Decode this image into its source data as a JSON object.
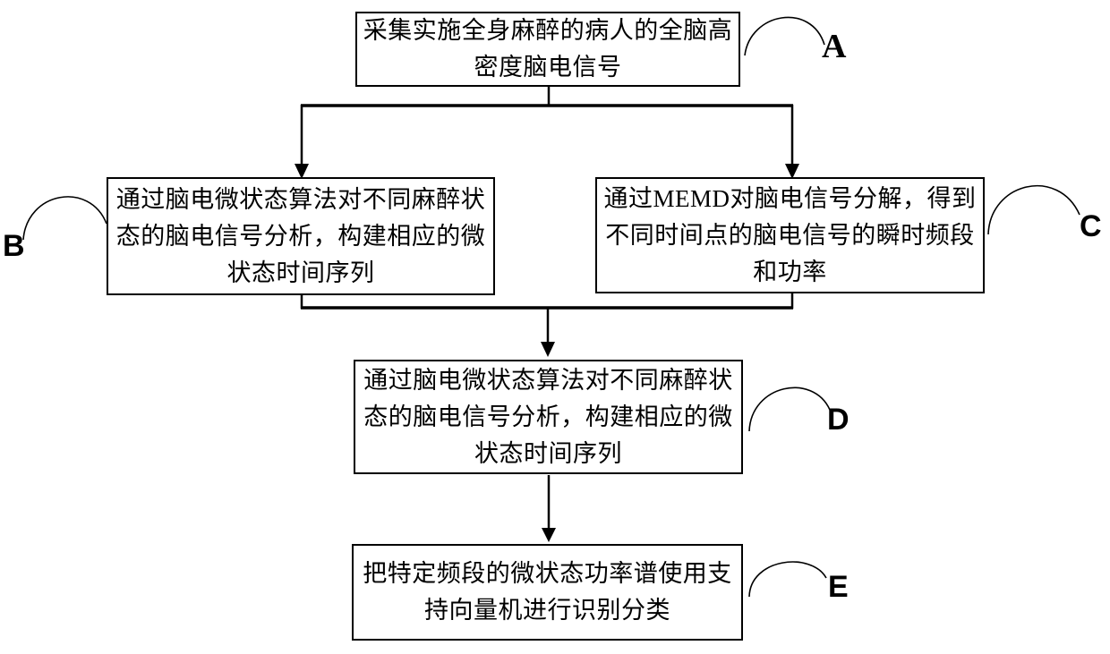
{
  "colors": {
    "ink": "#000000",
    "paper": "#ffffff"
  },
  "diagram": {
    "type": "flowchart",
    "boxes": {
      "a": {
        "ref": "A",
        "text": "采集实施全身麻醉的病人的全脑高密度脑电信号"
      },
      "b": {
        "ref": "B",
        "text": "通过脑电微状态算法对不同麻醉状态的脑电信号分析，构建相应的微状态时间序列"
      },
      "c": {
        "ref": "C",
        "text": "通过MEMD对脑电信号分解，得到不同时间点的脑电信号的瞬时频段和功率"
      },
      "d": {
        "ref": "D",
        "text": "通过脑电微状态算法对不同麻醉状态的脑电信号分析，构建相应的微状态时间序列"
      },
      "e": {
        "ref": "E",
        "text": "把特定频段的微状态功率谱使用支持向量机进行识别分类"
      }
    },
    "edges": [
      {
        "from": "a",
        "to": "b",
        "style": "arrow"
      },
      {
        "from": "a",
        "to": "c",
        "style": "arrow"
      },
      {
        "from": "b",
        "to": "d",
        "style": "arrow"
      },
      {
        "from": "c",
        "to": "d",
        "style": "arrow"
      },
      {
        "from": "d",
        "to": "e",
        "style": "arrow"
      }
    ]
  }
}
